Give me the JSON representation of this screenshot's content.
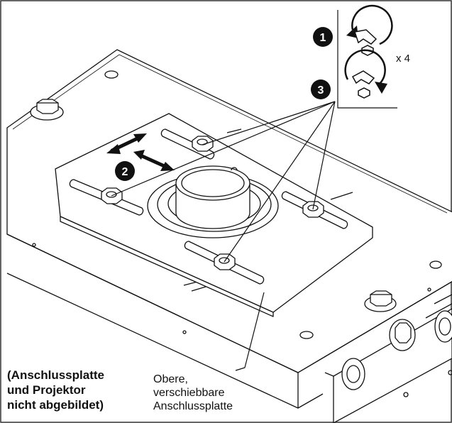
{
  "steps": {
    "s1": "1",
    "s2": "2",
    "s3": "3"
  },
  "multiplier": "x 4",
  "note_lines": [
    "(Anschlussplatte",
    "und Projektor",
    "nicht abgebildet)"
  ],
  "caption_lines": [
    "Obere,",
    "verschiebbare",
    "Anschlussplatte"
  ],
  "colors": {
    "line": "#111111",
    "step_badge": "#111111",
    "background": "#ffffff"
  },
  "icons": [
    "loosen-wrench-icon",
    "tighten-wrench-icon",
    "slide-arrows-icon"
  ]
}
